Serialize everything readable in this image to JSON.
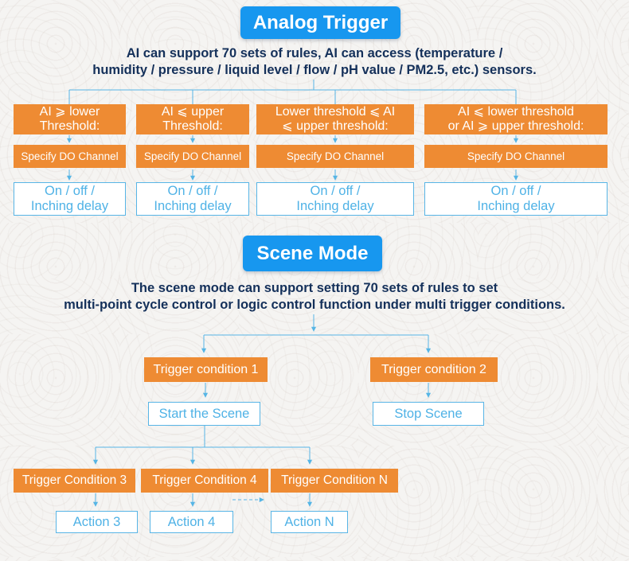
{
  "colors": {
    "header_blue": "#1797EF",
    "box_orange": "#EE8B33",
    "line_blue": "#56B5E5",
    "text_navy": "#14305A"
  },
  "analog_trigger": {
    "title": "Analog Trigger",
    "description": "AI can support 70 sets of rules, AI can access (temperature /\nhumidity / pressure / liquid level / flow / pH value / PM2.5, etc.) sensors.",
    "columns": [
      {
        "condition": "AI ⩾ lower\nThreshold:",
        "channel": "Specify DO Channel",
        "action": "On / off /\nInching delay"
      },
      {
        "condition": "AI ⩽ upper\nThreshold:",
        "channel": "Specify DO Channel",
        "action": "On / off /\nInching delay"
      },
      {
        "condition": "Lower threshold ⩽ AI\n⩽ upper threshold:",
        "channel": "Specify DO Channel",
        "action": "On / off /\nInching delay"
      },
      {
        "condition": "AI ⩽ lower threshold\nor AI ⩾ upper threshold:",
        "channel": "Specify DO Channel",
        "action": "On / off /\nInching delay"
      }
    ]
  },
  "scene_mode": {
    "title": "Scene Mode",
    "description": "The scene mode can support setting 70 sets of rules to set\nmulti-point cycle control or logic control function under multi trigger conditions.",
    "trigger1": {
      "label": "Trigger condition 1",
      "result": "Start the Scene"
    },
    "trigger2": {
      "label": "Trigger condition 2",
      "result": "Stop Scene"
    },
    "sub_triggers": [
      {
        "label": "Trigger Condition 3",
        "action": "Action 3"
      },
      {
        "label": "Trigger Condition 4",
        "action": "Action 4"
      },
      {
        "label": "Trigger Condition N",
        "action": "Action N"
      }
    ]
  }
}
